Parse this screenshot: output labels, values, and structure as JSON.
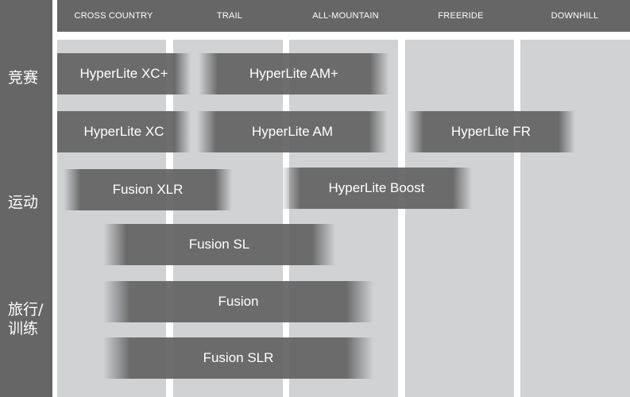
{
  "columns": [
    {
      "label": "CROSS COUNTRY"
    },
    {
      "label": "TRAIL"
    },
    {
      "label": "ALL-MOUNTAIN"
    },
    {
      "label": "FREERIDE"
    },
    {
      "label": "DOWNHILL"
    }
  ],
  "row_labels": [
    {
      "label": "竞赛"
    },
    {
      "label": "运动"
    },
    {
      "label": "旅行/"
    },
    {
      "label": "训练"
    }
  ],
  "products": [
    {
      "label": "HyperLite XC+"
    },
    {
      "label": "HyperLite AM+"
    },
    {
      "label": "HyperLite XC"
    },
    {
      "label": "HyperLite AM"
    },
    {
      "label": "HyperLite FR"
    },
    {
      "label": "Fusion XLR"
    },
    {
      "label": "HyperLite Boost"
    },
    {
      "label": "Fusion SL"
    },
    {
      "label": "Fusion"
    },
    {
      "label": "Fusion SLR"
    }
  ],
  "colors": {
    "sidebar": "#666666",
    "header": "#666666",
    "column": "#d1d2d4",
    "bar": "#626262",
    "text": "#ffffff"
  }
}
